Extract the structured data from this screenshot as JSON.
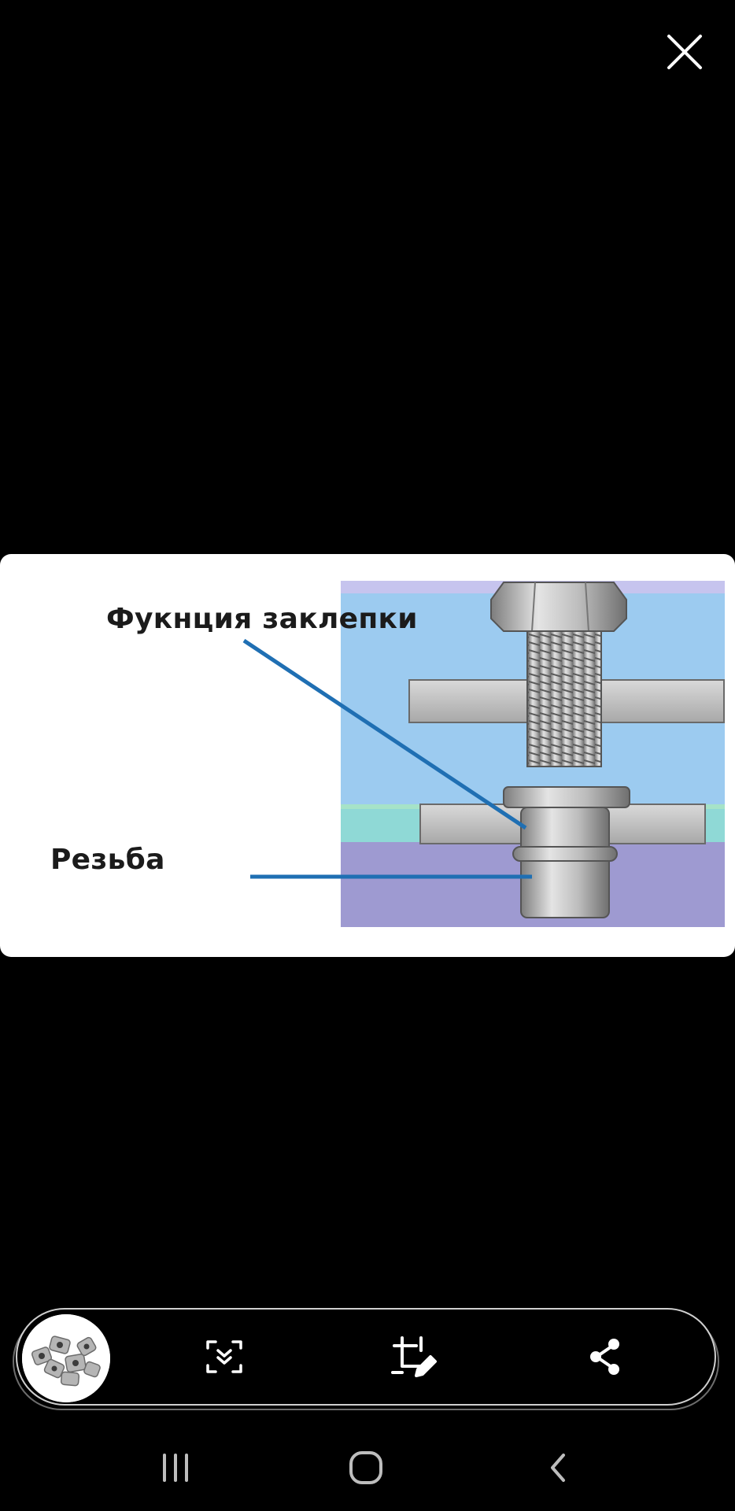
{
  "viewer": {
    "close_icon": "close-icon",
    "background_color": "#000000"
  },
  "image": {
    "labels": {
      "rivet_function": "Фукнция заклепки",
      "thread": "Резьба"
    },
    "colors": {
      "sky": "#9ccbf0",
      "water": "#8fd9d6",
      "floor": "#9e9ad1",
      "leader_line": "#1f6fb3",
      "plate": "#c9c9c9",
      "metal": "#a9a9a9"
    }
  },
  "action_bar": {
    "thumbnail_icon": "rivet-nuts-thumbnail",
    "buttons": [
      {
        "icon": "scan-icon"
      },
      {
        "icon": "crop-edit-icon"
      },
      {
        "icon": "share-icon"
      }
    ]
  },
  "navbar": {
    "buttons": [
      {
        "icon": "recents-icon"
      },
      {
        "icon": "home-icon"
      },
      {
        "icon": "back-icon"
      }
    ]
  }
}
